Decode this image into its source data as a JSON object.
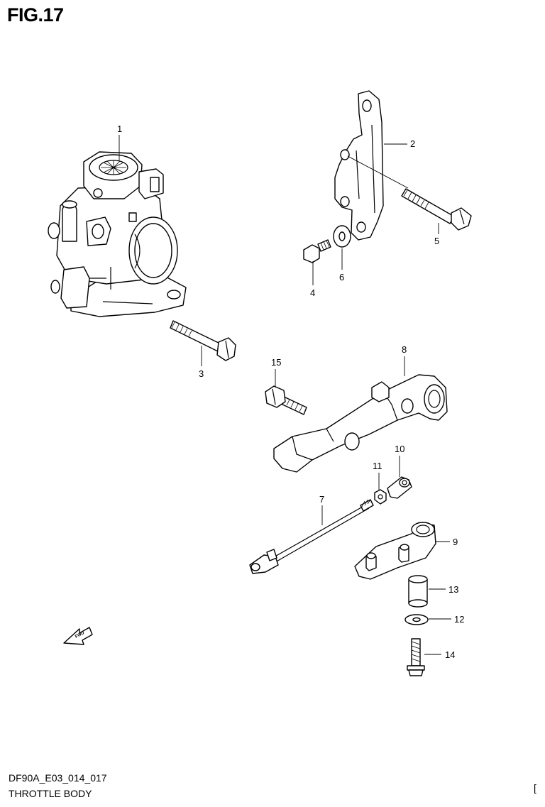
{
  "figure": {
    "title": "FIG.17",
    "code": "DF90A_E03_014_017",
    "name": "THROTTLE BODY",
    "corner_mark": "["
  },
  "callouts": [
    "1",
    "2",
    "3",
    "4",
    "5",
    "6",
    "7",
    "8",
    "9",
    "10",
    "11",
    "12",
    "13",
    "14",
    "15"
  ],
  "fwd_arrow": {
    "label": "FWD",
    "icon": "fwd-arrow-icon"
  }
}
